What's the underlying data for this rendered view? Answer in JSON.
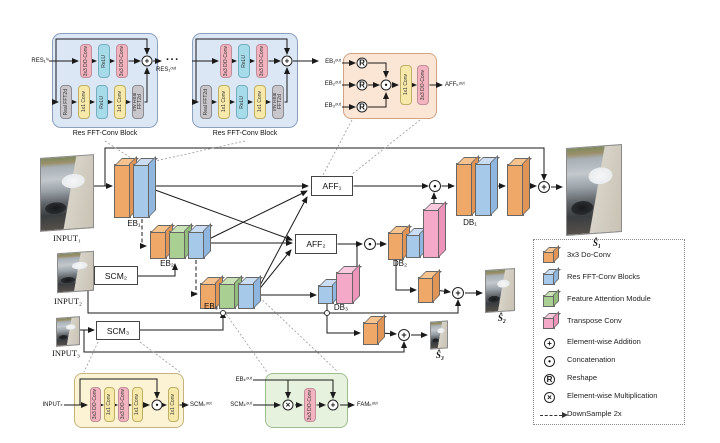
{
  "figure": {
    "res_block_detail": {
      "input_label": "RES₁ⁱⁿ",
      "output_label": "RES₁ᵒᵘᵗ",
      "ellipsis": "...",
      "block_label": "Res FFT-Conv Block",
      "top_path": [
        "3x3 DO-Conv",
        "ReLU",
        "3x3 DO-Conv"
      ],
      "bottom_path": [
        "Real FFT2d",
        "1x1 Conv",
        "ReLU",
        "1x1 Conv",
        "Inv Real FFT2d"
      ]
    },
    "aff_detail": {
      "inputs": [
        "EB₁ᵒᵘᵗ",
        "EB₂ᵒᵘᵗ",
        "EB₃ᵒᵘᵗ"
      ],
      "blocks": [
        "1x1 Conv",
        "3x3 DO-Conv"
      ],
      "output_label": "AFFₖᵒᵘᵗ"
    },
    "scm_detail": {
      "input_label": "INPUTₖ",
      "blocks": [
        "3x3 DO-Conv",
        "1x1 Conv",
        "3x3 DO-Conv",
        "1x1 Conv"
      ],
      "final_block": "1x1 Conv",
      "output_label": "SCMₖᵒᵘᵗ"
    },
    "fam_detail": {
      "input_top": "EBₖᵒᵘᵗ",
      "input_bottom": "SCMₖᵒᵘᵗ",
      "block": "3x3 DO-Conv",
      "output_label": "FAMₖᵒᵘᵗ"
    },
    "main": {
      "input1": "INPUT₁",
      "input2": "INPUT₂",
      "input3": "INPUT₃",
      "out1": "Ŝ₁",
      "out2": "Ŝ₂",
      "out3": "Ŝ₃",
      "eb1": "EB₁",
      "eb2": "EB₂",
      "eb3": "EB₃",
      "db1": "DB₁",
      "db2": "DB₂",
      "db3": "DB₃",
      "aff1": "AFF₁",
      "aff2": "AFF₂",
      "scm2": "SCM₂",
      "scm3": "SCM₃"
    },
    "symbols": {
      "add": "+",
      "concat": "•",
      "reshape": "R",
      "multiply": "×"
    },
    "legend": {
      "items": [
        {
          "icon": "cube-orange",
          "label": "3x3 Do-Conv"
        },
        {
          "icon": "cube-blue",
          "label": "Res FFT-Conv Blocks"
        },
        {
          "icon": "cube-green",
          "label": "Feature Attention Module"
        },
        {
          "icon": "cube-pink",
          "label": "Transpose Conv"
        },
        {
          "icon": "op-add",
          "label": "Element-wise Addition"
        },
        {
          "icon": "op-concat",
          "label": "Concatenation"
        },
        {
          "icon": "op-reshape",
          "label": "Reshape"
        },
        {
          "icon": "op-multiply",
          "label": "Element-wise Multiplication"
        },
        {
          "icon": "dashed-arrow",
          "label": "DownSample 2x"
        }
      ]
    },
    "colors": {
      "do_conv_cube": "#f0a868",
      "res_fft_cube": "#a7c9e9",
      "fam_cube": "#a9cf92",
      "transpose_cube": "#f4a9c8",
      "pill_pink": "#f3b4bf",
      "pill_cyan": "#a6dbe9",
      "pill_yellow": "#f7e9a9",
      "pill_gray": "#c9c7cb",
      "bg_res": "#dce7f5",
      "bg_aff": "#fbe5d4",
      "bg_scm": "#fbf3d4",
      "bg_fam": "#e6f1de"
    }
  }
}
